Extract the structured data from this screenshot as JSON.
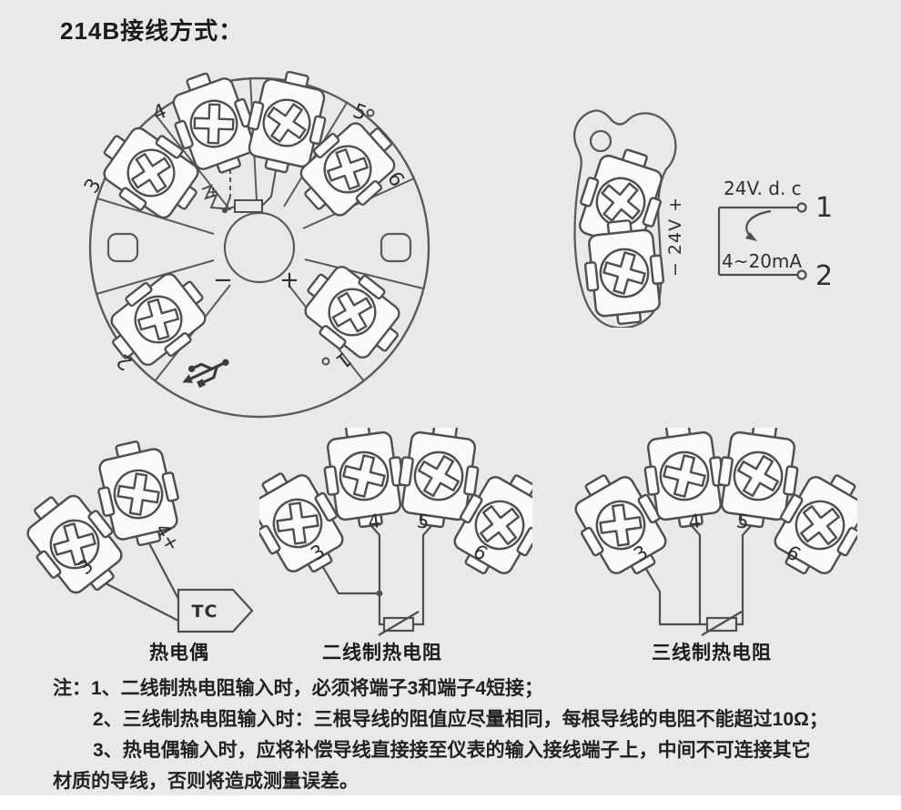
{
  "page": {
    "title": "214B接线方式：",
    "background": "#e9e9e9",
    "line_color": "#4f4f4f"
  },
  "head": {
    "terminal_labels": {
      "n1": "1",
      "n2": "2",
      "n3": "3",
      "n4": "4",
      "n5": "5",
      "n6": "6"
    },
    "polarity": {
      "plus": "+",
      "minus": "−"
    },
    "wiring_plus": "+"
  },
  "power": {
    "loop_label": "− 24V +",
    "supply_label": "24V. d. c",
    "terminal_1": "1",
    "terminal_2": "2",
    "current_label": "4~20mA"
  },
  "thermocouple": {
    "terminal_3": "3",
    "terminal_4": "4+",
    "sensor_label": "TC",
    "caption": "热电偶"
  },
  "rtd_two_wire": {
    "terminal_3": "3",
    "terminal_4": "4",
    "terminal_5": "5",
    "terminal_6": "6",
    "caption": "二线制热电阻"
  },
  "rtd_three_wire": {
    "terminal_3": "3",
    "terminal_4": "4",
    "terminal_5": "5",
    "terminal_6": "6",
    "caption": "三线制热电阻"
  },
  "notes": {
    "line1": "注：1、二线制热电阻输入时，必须将端子3和端子4短接；",
    "line2": "2、三线制热电阻输入时：三根导线的阻值应尽量相同，每根导线的电阻不能超过10Ω；",
    "line3": "3、热电偶输入时，应将补偿导线直接接至仪表的输入接线端子上，中间不可连接其它",
    "line4": "材质的导线，否则将造成测量误差。"
  }
}
